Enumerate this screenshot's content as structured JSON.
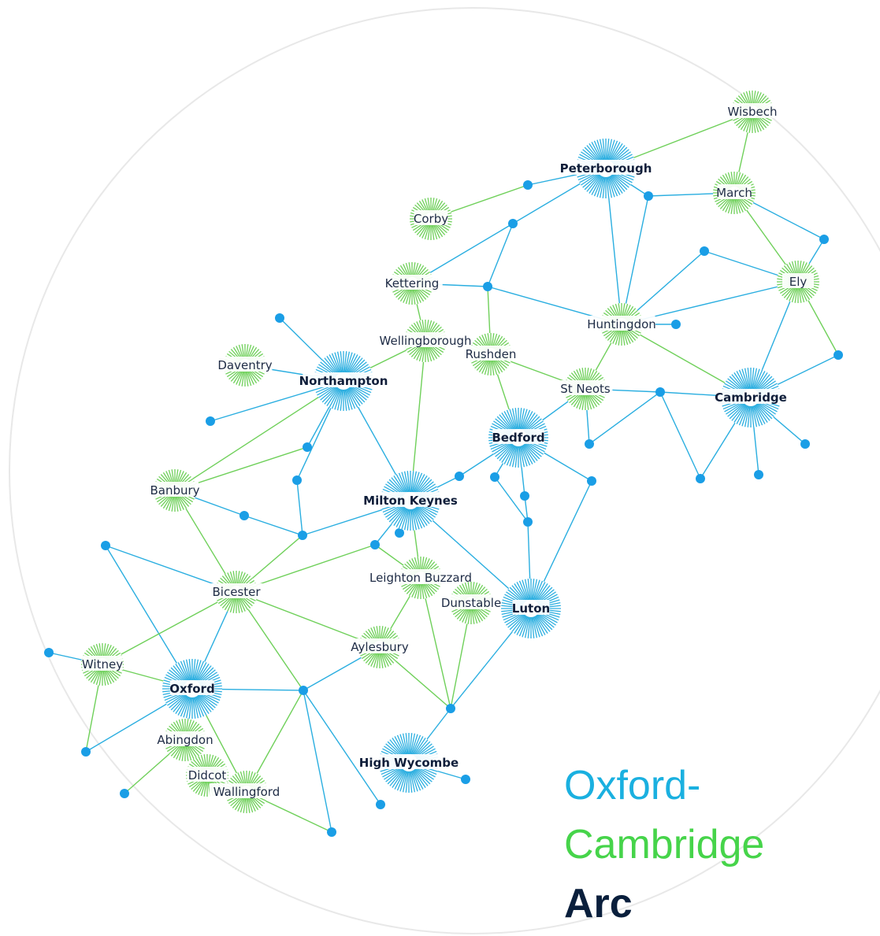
{
  "title": {
    "line1": "Oxford-",
    "line2": "Cambridge",
    "line3": "Arc"
  },
  "colors": {
    "major": "#2aaee0",
    "minor": "#6fd05a",
    "hub": "#1a9ee6",
    "title_line1": "#1ab0e0",
    "title_line2": "#46d44a",
    "title_line3": "#0a1f3c",
    "border": "#e8e8e8"
  },
  "towns": [
    {
      "id": "wisbech",
      "label": "Wisbech",
      "kind": "minor"
    },
    {
      "id": "peterborough",
      "label": "Peterborough",
      "kind": "major"
    },
    {
      "id": "march",
      "label": "March",
      "kind": "minor"
    },
    {
      "id": "corby",
      "label": "Corby",
      "kind": "minor"
    },
    {
      "id": "kettering",
      "label": "Kettering",
      "kind": "minor"
    },
    {
      "id": "ely",
      "label": "Ely",
      "kind": "minor"
    },
    {
      "id": "huntingdon",
      "label": "Huntingdon",
      "kind": "minor"
    },
    {
      "id": "wellingborough",
      "label": "Wellingborough",
      "kind": "minor"
    },
    {
      "id": "rushden",
      "label": "Rushden",
      "kind": "minor"
    },
    {
      "id": "daventry",
      "label": "Daventry",
      "kind": "minor"
    },
    {
      "id": "northampton",
      "label": "Northampton",
      "kind": "major"
    },
    {
      "id": "stneots",
      "label": "St Neots",
      "kind": "minor"
    },
    {
      "id": "cambridge",
      "label": "Cambridge",
      "kind": "major"
    },
    {
      "id": "bedford",
      "label": "Bedford",
      "kind": "major"
    },
    {
      "id": "banbury",
      "label": "Banbury",
      "kind": "minor"
    },
    {
      "id": "miltonkeynes",
      "label": "Milton Keynes",
      "kind": "major"
    },
    {
      "id": "leightonbuzzard",
      "label": "Leighton Buzzard",
      "kind": "minor"
    },
    {
      "id": "bicester",
      "label": "Bicester",
      "kind": "minor"
    },
    {
      "id": "dunstable",
      "label": "Dunstable",
      "kind": "minor"
    },
    {
      "id": "luton",
      "label": "Luton",
      "kind": "major"
    },
    {
      "id": "aylesbury",
      "label": "Aylesbury",
      "kind": "minor"
    },
    {
      "id": "witney",
      "label": "Witney",
      "kind": "minor"
    },
    {
      "id": "oxford",
      "label": "Oxford",
      "kind": "major"
    },
    {
      "id": "abingdon",
      "label": "Abingdon",
      "kind": "minor"
    },
    {
      "id": "highwycombe",
      "label": "High Wycombe",
      "kind": "major"
    },
    {
      "id": "didcot",
      "label": "Didcot",
      "kind": "minor"
    },
    {
      "id": "wallingford",
      "label": "Wallingford",
      "kind": "minor"
    }
  ],
  "hubs": [
    "h1",
    "h2",
    "h3",
    "h4",
    "h5",
    "h6",
    "h7",
    "h8",
    "h9",
    "h10",
    "h11",
    "h12",
    "h13",
    "h14",
    "h15",
    "h16",
    "h17",
    "h18",
    "h19",
    "h20",
    "h21",
    "h22",
    "h23",
    "h24",
    "h25",
    "h26",
    "h27",
    "h28",
    "h29",
    "h30",
    "h31",
    "h32",
    "h33",
    "h34",
    "h35",
    "h36"
  ],
  "links": [
    [
      "wisbech",
      "peterborough",
      "minor"
    ],
    [
      "wisbech",
      "march",
      "minor"
    ],
    [
      "peterborough",
      "h1",
      "major"
    ],
    [
      "h1",
      "corby",
      "minor"
    ],
    [
      "peterborough",
      "h2",
      "major"
    ],
    [
      "h2",
      "kettering",
      "major"
    ],
    [
      "peterborough",
      "h3",
      "major"
    ],
    [
      "h3",
      "march",
      "major"
    ],
    [
      "peterborough",
      "huntingdon",
      "major"
    ],
    [
      "h3",
      "huntingdon",
      "major"
    ],
    [
      "march",
      "ely",
      "minor"
    ],
    [
      "march",
      "h4",
      "major"
    ],
    [
      "h4",
      "ely",
      "major"
    ],
    [
      "h2",
      "h5",
      "major"
    ],
    [
      "h5",
      "rushden",
      "minor"
    ],
    [
      "kettering",
      "h5",
      "major"
    ],
    [
      "kettering",
      "wellingborough",
      "minor"
    ],
    [
      "h5",
      "huntingdon",
      "major"
    ],
    [
      "huntingdon",
      "h6",
      "major"
    ],
    [
      "huntingdon",
      "h7",
      "major"
    ],
    [
      "h7",
      "ely",
      "major"
    ],
    [
      "ely",
      "huntingdon",
      "major"
    ],
    [
      "ely",
      "cambridge",
      "major"
    ],
    [
      "ely",
      "h8",
      "minor"
    ],
    [
      "h8",
      "cambridge",
      "major"
    ],
    [
      "huntingdon",
      "cambridge",
      "minor"
    ],
    [
      "huntingdon",
      "stneots",
      "minor"
    ],
    [
      "rushden",
      "stneots",
      "minor"
    ],
    [
      "rushden",
      "bedford",
      "minor"
    ],
    [
      "stneots",
      "h9",
      "major"
    ],
    [
      "h9",
      "cambridge",
      "major"
    ],
    [
      "h9",
      "h10",
      "major"
    ],
    [
      "h9",
      "h11",
      "major"
    ],
    [
      "stneots",
      "h10",
      "major"
    ],
    [
      "stneots",
      "bedford",
      "major"
    ],
    [
      "cambridge",
      "h12",
      "major"
    ],
    [
      "cambridge",
      "h13",
      "major"
    ],
    [
      "cambridge",
      "h11",
      "major"
    ],
    [
      "bedford",
      "h14",
      "major"
    ],
    [
      "bedford",
      "h15",
      "major"
    ],
    [
      "bedford",
      "h16",
      "major"
    ],
    [
      "bedford",
      "h17",
      "major"
    ],
    [
      "h16",
      "h18",
      "major"
    ],
    [
      "h17",
      "luton",
      "major"
    ],
    [
      "h18",
      "luton",
      "major"
    ],
    [
      "h15",
      "h18",
      "major"
    ],
    [
      "h14",
      "miltonkeynes",
      "major"
    ],
    [
      "wellingborough",
      "northampton",
      "minor"
    ],
    [
      "wellingborough",
      "miltonkeynes",
      "minor"
    ],
    [
      "daventry",
      "northampton",
      "major"
    ],
    [
      "h19",
      "northampton",
      "major"
    ],
    [
      "h20",
      "northampton",
      "major"
    ],
    [
      "northampton",
      "h21",
      "major"
    ],
    [
      "northampton",
      "h22",
      "major"
    ],
    [
      "northampton",
      "banbury",
      "minor"
    ],
    [
      "northampton",
      "miltonkeynes",
      "major"
    ],
    [
      "h21",
      "banbury",
      "minor"
    ],
    [
      "h22",
      "h23",
      "major"
    ],
    [
      "banbury",
      "h24",
      "major"
    ],
    [
      "h24",
      "h23",
      "major"
    ],
    [
      "banbury",
      "bicester",
      "minor"
    ],
    [
      "h23",
      "miltonkeynes",
      "major"
    ],
    [
      "h23",
      "bicester",
      "minor"
    ],
    [
      "miltonkeynes",
      "h25",
      "minor"
    ],
    [
      "miltonkeynes",
      "leightonbuzzard",
      "minor"
    ],
    [
      "miltonkeynes",
      "luton",
      "major"
    ],
    [
      "miltonkeynes",
      "h26",
      "major"
    ],
    [
      "h26",
      "bicester",
      "minor"
    ],
    [
      "h26",
      "leightonbuzzard",
      "minor"
    ],
    [
      "h27",
      "bicester",
      "major"
    ],
    [
      "h27",
      "oxford",
      "major"
    ],
    [
      "bicester",
      "witney",
      "minor"
    ],
    [
      "bicester",
      "oxford",
      "major"
    ],
    [
      "bicester",
      "aylesbury",
      "minor"
    ],
    [
      "bicester",
      "h28",
      "minor"
    ],
    [
      "leightonbuzzard",
      "aylesbury",
      "minor"
    ],
    [
      "leightonbuzzard",
      "h29",
      "minor"
    ],
    [
      "dunstable",
      "h29",
      "minor"
    ],
    [
      "luton",
      "h29",
      "major"
    ],
    [
      "aylesbury",
      "h28",
      "major"
    ],
    [
      "aylesbury",
      "h29",
      "minor"
    ],
    [
      "h29",
      "highwycombe",
      "major"
    ],
    [
      "highwycombe",
      "h30",
      "major"
    ],
    [
      "h31",
      "witney",
      "major"
    ],
    [
      "witney",
      "oxford",
      "minor"
    ],
    [
      "witney",
      "h32",
      "minor"
    ],
    [
      "oxford",
      "h32",
      "major"
    ],
    [
      "oxford",
      "h28",
      "major"
    ],
    [
      "oxford",
      "abingdon",
      "major"
    ],
    [
      "oxford",
      "wallingford",
      "minor"
    ],
    [
      "h28",
      "h33",
      "major"
    ],
    [
      "h28",
      "h34",
      "major"
    ],
    [
      "abingdon",
      "h35",
      "minor"
    ],
    [
      "abingdon",
      "didcot",
      "minor"
    ],
    [
      "didcot",
      "wallingford",
      "minor"
    ],
    [
      "wallingford",
      "h34",
      "minor"
    ],
    [
      "h28",
      "wallingford",
      "minor"
    ]
  ]
}
